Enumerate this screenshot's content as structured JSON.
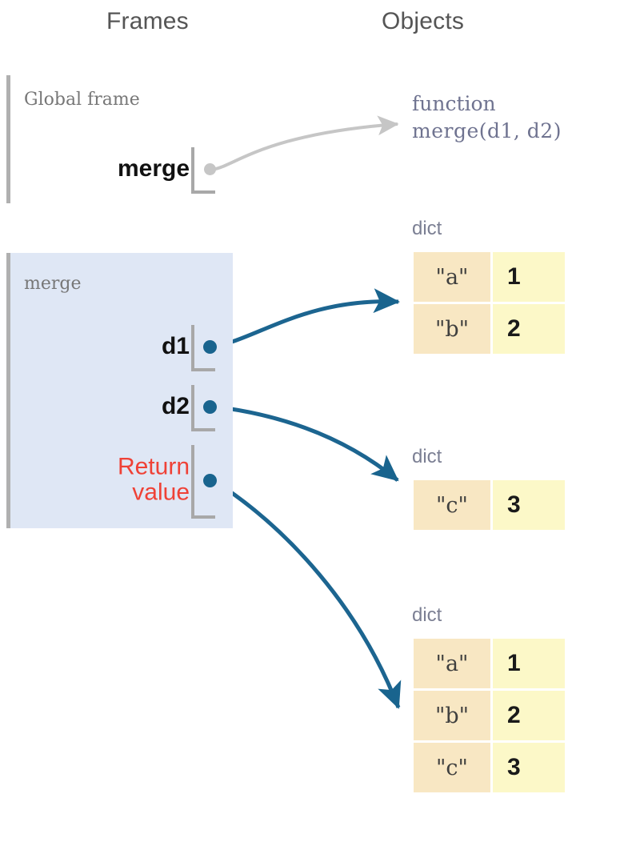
{
  "headings": {
    "frames": "Frames",
    "objects": "Objects"
  },
  "colors": {
    "pointer": "#19648e",
    "frame_fill": "#dfe7f5",
    "frame_bar": "#b0b0b0",
    "return_value_text": "#ef4136",
    "dict_key_cell": "#f8e7c3",
    "dict_value_cell": "#fcf8c8",
    "heading_text": "#555555",
    "object_label": "#7b7f93",
    "grey_arrow": "#c6c6c6"
  },
  "frames": [
    {
      "id": "global-frame",
      "title": "Global frame",
      "variables": [
        {
          "name": "merge",
          "pointer": "grey",
          "target": "function-object"
        }
      ]
    },
    {
      "id": "merge-frame",
      "title": "merge",
      "variables": [
        {
          "name": "d1",
          "pointer": "teal",
          "target": "dict-1"
        },
        {
          "name": "d2",
          "pointer": "teal",
          "target": "dict-2"
        },
        {
          "name": "Return value",
          "name_line1": "Return",
          "name_line2": "value",
          "pointer": "teal",
          "target": "dict-3",
          "is_return_value": true
        }
      ]
    }
  ],
  "objects": [
    {
      "id": "function-object",
      "kind": "function",
      "label_line1": "function",
      "label_line2": "merge(d1,   d2)",
      "name": "merge",
      "signature": "(d1,   d2)"
    },
    {
      "id": "dict-1",
      "kind": "dict",
      "label": "dict",
      "entries": [
        {
          "key": "\"a\"",
          "value": "1"
        },
        {
          "key": "\"b\"",
          "value": "2"
        }
      ]
    },
    {
      "id": "dict-2",
      "kind": "dict",
      "label": "dict",
      "entries": [
        {
          "key": "\"c\"",
          "value": "3"
        }
      ]
    },
    {
      "id": "dict-3",
      "kind": "dict",
      "label": "dict",
      "entries": [
        {
          "key": "\"a\"",
          "value": "1"
        },
        {
          "key": "\"b\"",
          "value": "2"
        },
        {
          "key": "\"c\"",
          "value": "3"
        }
      ]
    }
  ]
}
